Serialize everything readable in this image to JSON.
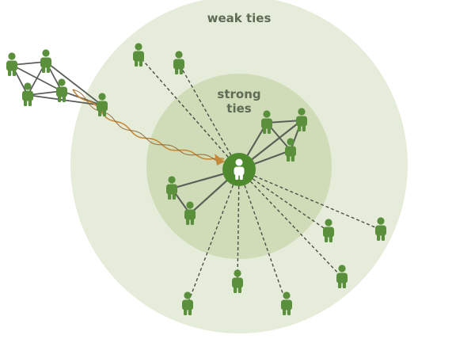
{
  "labels": {
    "weak": "weak ties",
    "strong_line1": "strong",
    "strong_line2": "ties"
  },
  "colors": {
    "weak_zone": "#e6ecda",
    "strong_zone": "#cfdcb7",
    "person": "#5a8f3c",
    "ego": "#4f8a2e",
    "solid_tie": "#596058",
    "dashed_tie": "#4b4f48",
    "bridge": "#c48a3a"
  },
  "icons": {
    "person": "person-icon",
    "ego": "ego-person-icon",
    "bridge": "bridge-arrow-icon"
  }
}
